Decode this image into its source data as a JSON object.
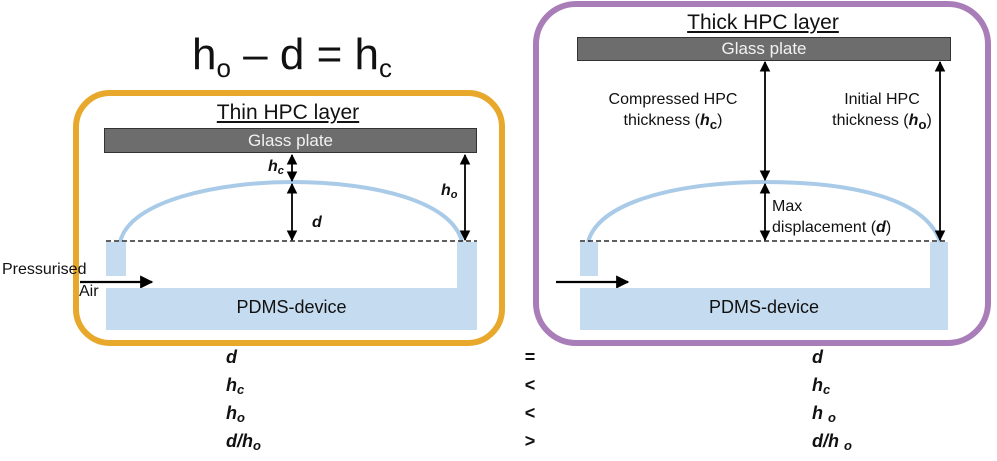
{
  "equation": {
    "h": "h",
    "o": "o",
    "minus_d": " – d = h",
    "c": "c"
  },
  "left_panel": {
    "title": "Thin HPC layer",
    "glass_label": "Glass plate",
    "hc_h": "h",
    "hc_sub": "c",
    "ho_h": "h",
    "ho_sub": "o",
    "d_label": "d",
    "air_label_line1": "Pressurised",
    "air_label_line2": "Air",
    "pdms_label": "PDMS-device",
    "border_color": "#E8A82B"
  },
  "right_panel": {
    "title": "Thick HPC layer",
    "glass_label": "Glass plate",
    "compressed_line1": "Compressed HPC",
    "compressed_line2": "thickness (",
    "compressed_var": "h",
    "compressed_sub": "c",
    "compressed_close": ")",
    "initial_line1": "Initial HPC",
    "initial_line2": "thickness (",
    "initial_var": "h",
    "initial_sub": "o",
    "initial_close": ")",
    "max_line1": "Max",
    "max_line2": "displacement (",
    "max_var": "d",
    "max_close": ")",
    "pdms_label": "PDMS-device",
    "border_color": "#A97EB8"
  },
  "comparison": [
    {
      "left_main": "d",
      "left_sub": "",
      "op": "=",
      "right_main": "d",
      "right_sub": ""
    },
    {
      "left_main": "h",
      "left_sub": "c",
      "op": "<",
      "right_main": "h",
      "right_sub": "c"
    },
    {
      "left_main": "h",
      "left_sub": "o",
      "op": "<",
      "right_main": "h ",
      "right_sub": "o"
    },
    {
      "left_main": "d/h",
      "left_sub": "o",
      "op": ">",
      "right_main": "d/h ",
      "right_sub": "o"
    }
  ],
  "colors": {
    "membrane": "#a9cbe8",
    "pdms": "#c5dbef",
    "glass": "#6d6d6d"
  }
}
